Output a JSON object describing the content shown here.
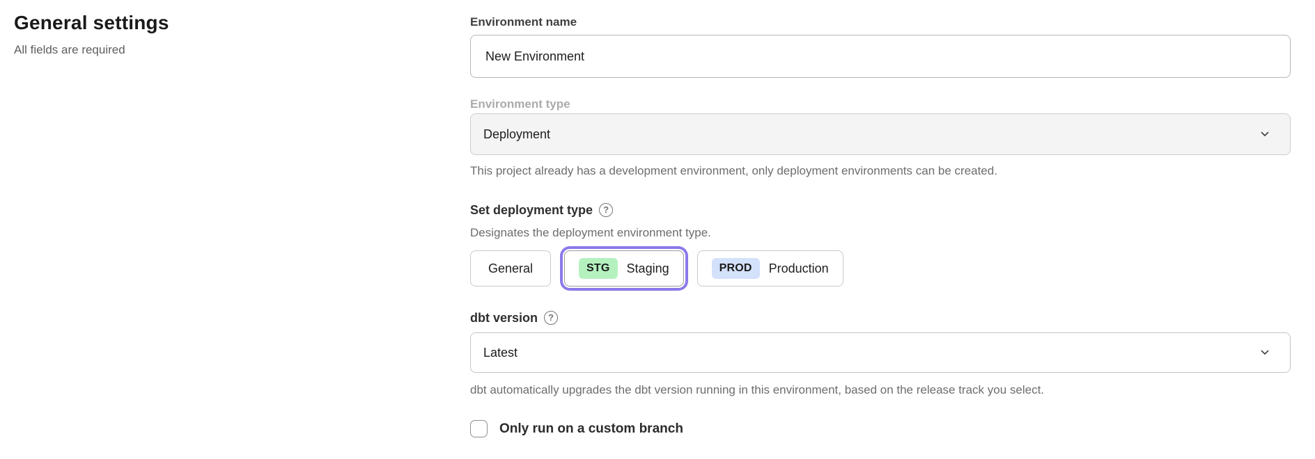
{
  "header": {
    "title": "General settings",
    "subtitle": "All fields are required"
  },
  "form": {
    "environment_name": {
      "label": "Environment name",
      "value": "New Environment"
    },
    "environment_type": {
      "label": "Environment type",
      "value": "Deployment",
      "helper": "This project already has a development environment, only deployment environments can be created."
    },
    "deployment_type": {
      "label": "Set deployment type",
      "description": "Designates the deployment environment type.",
      "options": [
        {
          "label": "General",
          "badge": "",
          "selected": false
        },
        {
          "label": "Staging",
          "badge": "STG",
          "selected": true
        },
        {
          "label": "Production",
          "badge": "PROD",
          "selected": false
        }
      ]
    },
    "dbt_version": {
      "label": "dbt version",
      "value": "Latest",
      "helper": "dbt automatically upgrades the dbt version running in this environment, based on the release track you select."
    },
    "custom_branch": {
      "label": "Only run on a custom branch",
      "checked": false
    }
  },
  "icons": {
    "help": "?"
  },
  "colors": {
    "accent": "#8b7ae9",
    "staging_badge_bg": "#b5f1bf",
    "production_badge_bg": "#d3e1fb"
  }
}
